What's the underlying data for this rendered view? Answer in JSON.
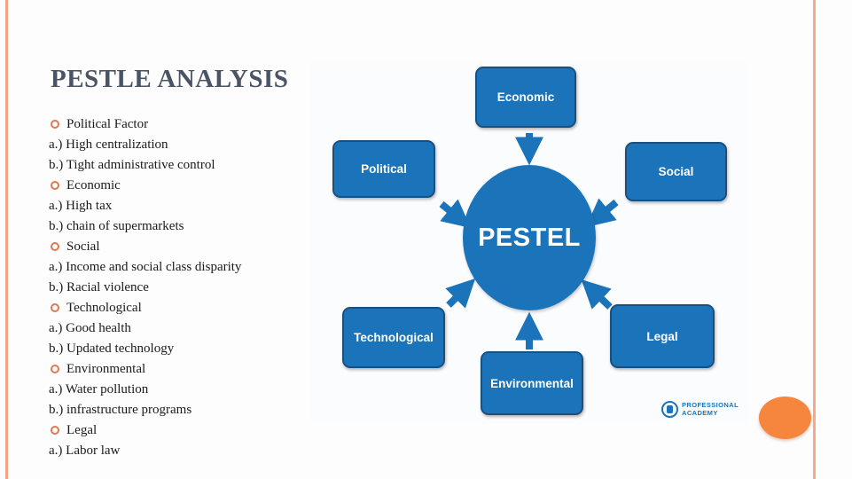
{
  "slide": {
    "title": "PESTLE ANALYSIS"
  },
  "content": {
    "items": [
      {
        "type": "bullet",
        "text": "Political Factor"
      },
      {
        "type": "sub",
        "text": "a.) High centralization"
      },
      {
        "type": "sub",
        "text": "b.) Tight administrative control"
      },
      {
        "type": "bullet",
        "text": "Economic"
      },
      {
        "type": "sub",
        "text": "a.) High tax"
      },
      {
        "type": "sub",
        "text": "b.) chain of supermarkets"
      },
      {
        "type": "bullet",
        "text": "Social"
      },
      {
        "type": "sub",
        "text": "a.) Income and social class disparity"
      },
      {
        "type": "sub",
        "text": "b.) Racial violence"
      },
      {
        "type": "bullet",
        "text": "Technological"
      },
      {
        "type": "sub",
        "text": "a.) Good health"
      },
      {
        "type": "sub",
        "text": "b.) Updated technology"
      },
      {
        "type": "bullet",
        "text": "Environmental"
      },
      {
        "type": "sub",
        "text": "a.) Water pollution"
      },
      {
        "type": "sub",
        "text": "b.) infrastructure programs"
      },
      {
        "type": "bullet",
        "text": "Legal"
      },
      {
        "type": "sub",
        "text": "a.) Labor law"
      }
    ]
  },
  "diagram": {
    "center_label": "PESTEL",
    "boxes": [
      {
        "id": "economic",
        "label": "Economic"
      },
      {
        "id": "political",
        "label": "Political"
      },
      {
        "id": "social",
        "label": "Social"
      },
      {
        "id": "technological",
        "label": "Technological"
      },
      {
        "id": "environmental",
        "label": "Environmental"
      },
      {
        "id": "legal",
        "label": "Legal"
      }
    ],
    "logo": {
      "line1": "PROFESSIONAL",
      "line2": "ACADEMY"
    }
  },
  "colors": {
    "diagram_blue": "#1b74b9",
    "box_border": "#1a4f7e",
    "title_gray": "#4a5466",
    "bullet_orange": "#dc7a52",
    "edge_stripe_salmon": "#f4a583",
    "ellipse_orange": "#f6863e"
  }
}
